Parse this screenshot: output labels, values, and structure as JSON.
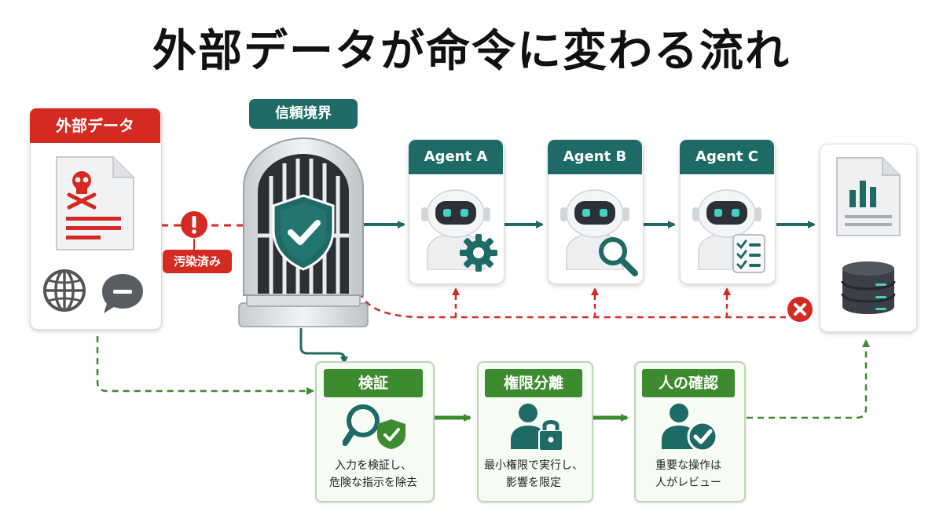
{
  "title": "外部データが命令に変わる流れ",
  "external": {
    "header": "外部データ",
    "tag": "汚染済み",
    "icons": [
      "skull-document-icon",
      "globe-icon",
      "chat-bubble-icon",
      "warning-icon",
      "blocked-x-icon"
    ]
  },
  "trust_boundary": {
    "label": "信頼境界",
    "icons": [
      "gate-icon",
      "shield-check-icon"
    ]
  },
  "agents": [
    {
      "label": "Agent A",
      "tool_icon": "gear-icon"
    },
    {
      "label": "Agent B",
      "tool_icon": "magnifier-icon"
    },
    {
      "label": "Agent C",
      "tool_icon": "checklist-icon"
    }
  ],
  "output": {
    "icons": [
      "chart-document-icon",
      "database-icon"
    ]
  },
  "defenses": [
    {
      "label": "検証",
      "desc1": "入力を検証し、",
      "desc2": "危険な指示を除去",
      "icon": "magnifier-shield-icon"
    },
    {
      "label": "権限分離",
      "desc1": "最小権限で実行し、",
      "desc2": "影響を限定",
      "icon": "user-lock-icon"
    },
    {
      "label": "人の確認",
      "desc1": "重要な操作は",
      "desc2": "人がレビュー",
      "icon": "user-check-icon"
    }
  ],
  "colors": {
    "red": "#d52a22",
    "teal": "#1e6b65",
    "green": "#3d8b2f",
    "green_dashed": "#3e8a2e"
  }
}
